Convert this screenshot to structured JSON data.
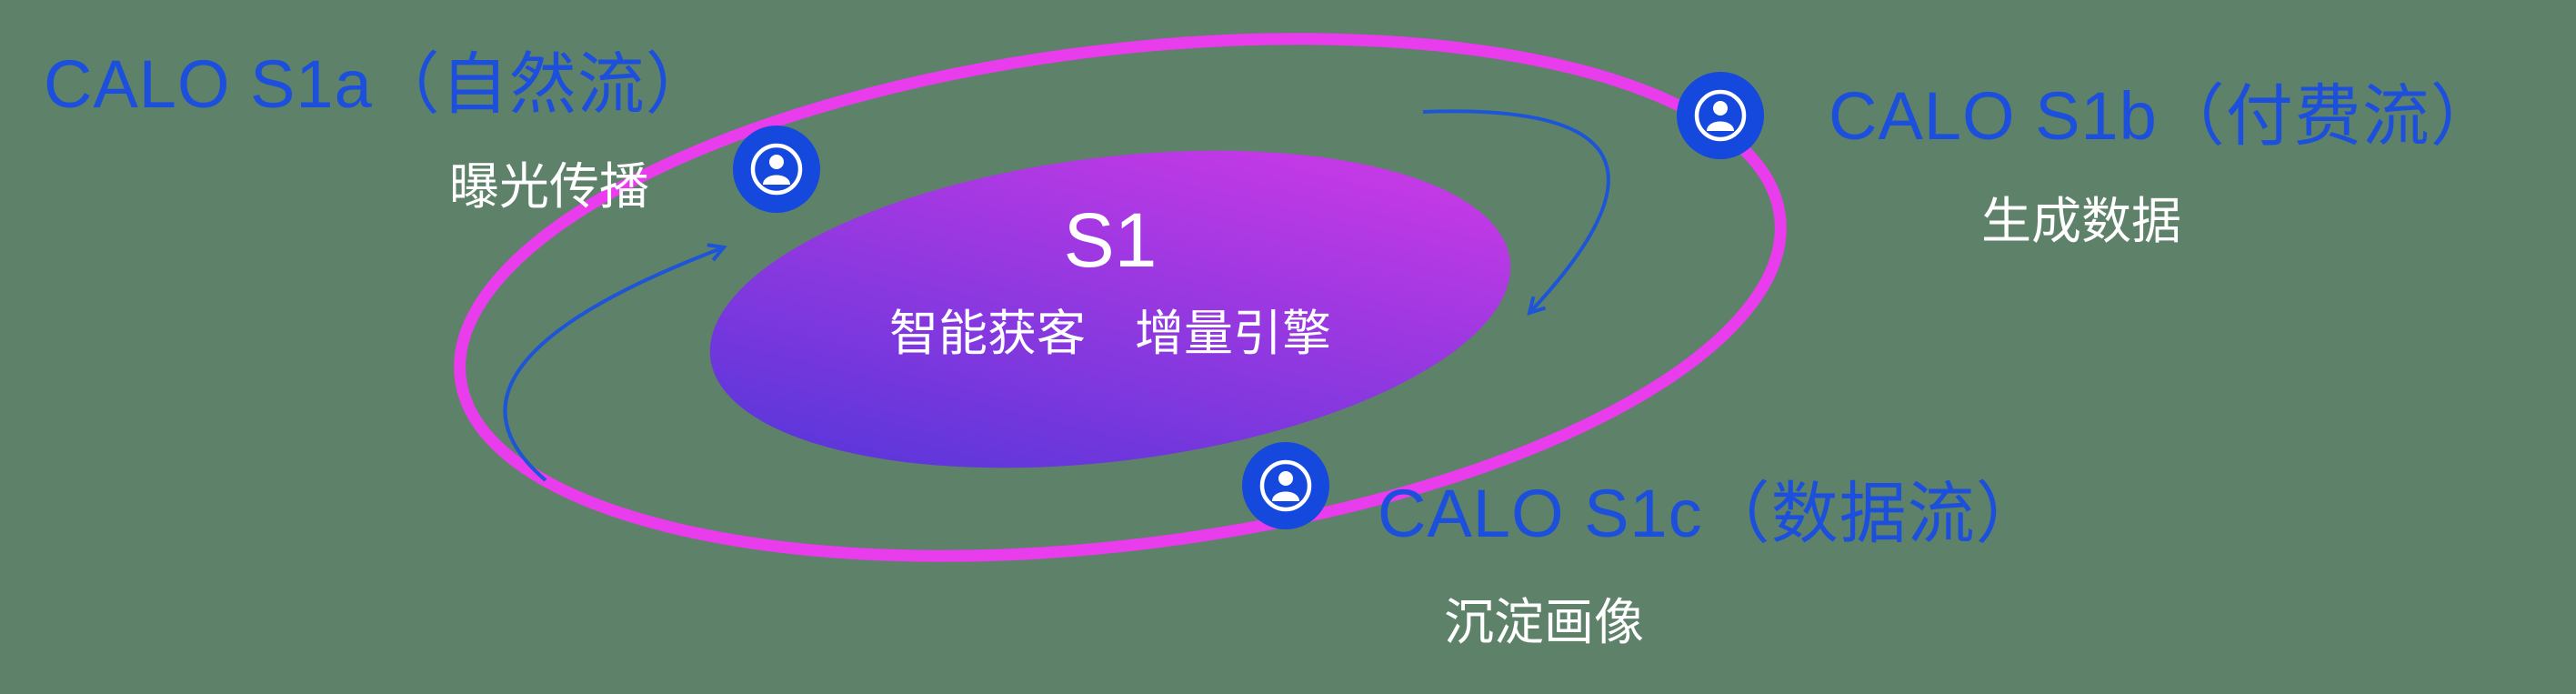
{
  "colors": {
    "background": "#5d8169",
    "title_blue": "#1d4fdd",
    "text_white": "#ffffff",
    "orbit": "#e93cec",
    "arrow": "#1d55d8",
    "icon_bg": "#1548dd",
    "icon_fg": "#ffffff",
    "core_gradient_start": "#4a36d8",
    "core_gradient_end": "#d93ae8"
  },
  "core": {
    "title": "S1",
    "subtitle": "智能获客　增量引擎"
  },
  "nodes": {
    "s1a": {
      "title": "CALO S1a（自然流）",
      "subtitle": "曝光传播"
    },
    "s1b": {
      "title": "CALO S1b（付费流）",
      "subtitle": "生成数据"
    },
    "s1c": {
      "title": "CALO S1c（数据流）",
      "subtitle": "沉淀画像"
    }
  }
}
